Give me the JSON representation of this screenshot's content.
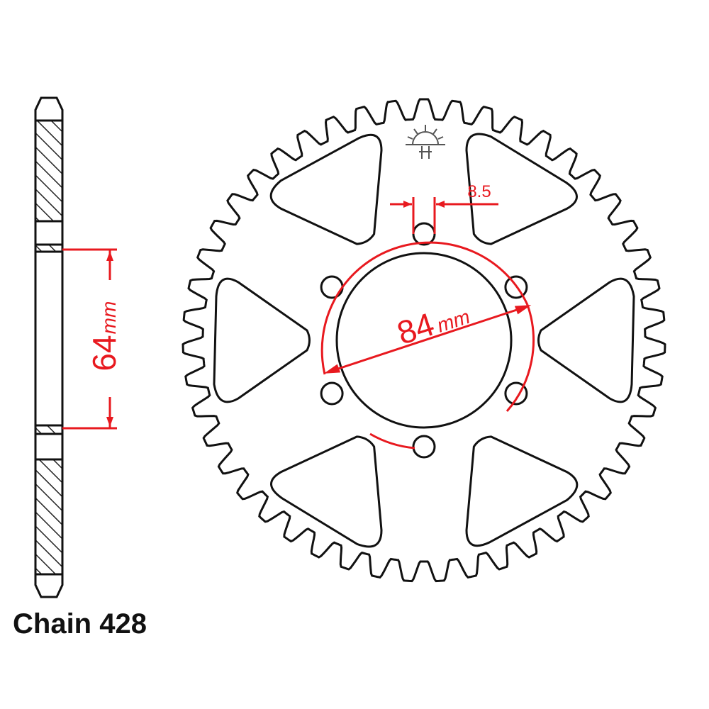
{
  "diagram": {
    "chain_label": "Chain 428",
    "offset_dimension": {
      "value": "64",
      "unit": "mm"
    },
    "bolt_circle_dimension": {
      "value": "84",
      "unit": "mm"
    },
    "bolt_hole_dimension": "8.5",
    "bolt_hole_count": 6,
    "lightening_window_count": 6,
    "colors": {
      "outline": "#111111",
      "dimension": "#e8191f",
      "hatch": "#222222",
      "logo": "#555555"
    },
    "logo_icon": "sun-logo-icon"
  }
}
